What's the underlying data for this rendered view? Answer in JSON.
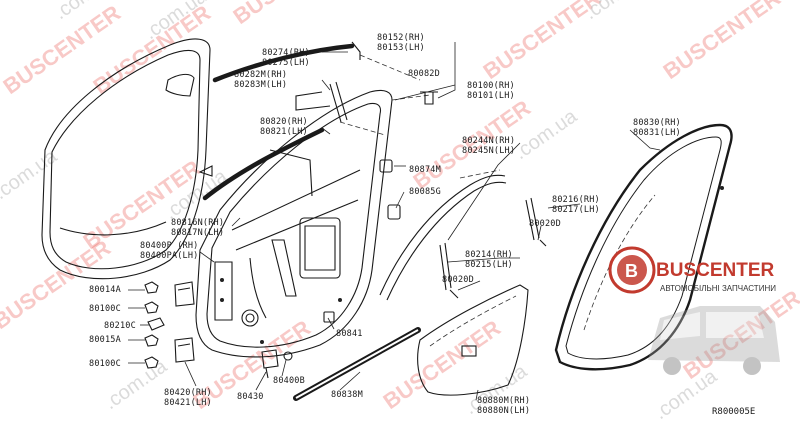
{
  "diagram_code": "R800005E",
  "brand": {
    "name": "BUSCENTER",
    "tagline": "АВТОМОБІЛЬНІ ЗАПЧАСТИНИ",
    "accent": "#c23a2e"
  },
  "watermarks": {
    "brand": "BUSCENTER",
    "site": ".com.ua"
  },
  "labels": {
    "l80274": "80274(RH)",
    "l80275": "80275(LH)",
    "l80152": "80152(RH)",
    "l80153": "80153(LH)",
    "l80282": "80282M(RH)",
    "l80283": "80283M(LH)",
    "l80082": "80082D",
    "l80100": "80100(RH)",
    "l80101": "80101(LH)",
    "l80820": "80820(RH)",
    "l80821": "80821(LH)",
    "l80244": "80244N(RH)",
    "l80245": "80245N(LH)",
    "l80830": "80830(RH)",
    "l80831": "80831(LH)",
    "l80874": "80874M",
    "l80085": "80085G",
    "l80816": "80816N(RH)",
    "l80817": "80817N(LH)",
    "l80216": "80216(RH)",
    "l80217": "80217(LH)",
    "l80020a": "80020D",
    "l80400p": "80400P (RH)",
    "l80400pa": "80400PA(LH)",
    "l80214": "80214(RH)",
    "l80215": "80215(LH)",
    "l80020b": "80020D",
    "l80014": "80014A",
    "l80100c1": "80100C",
    "l80210": "80210C",
    "l80015": "80015A",
    "l80100c2": "80100C",
    "l80841": "80841",
    "l80420": "80420(RH)",
    "l80421": "80421(LH)",
    "l80400b": "80400B",
    "l80430": "80430",
    "l80838": "80838M",
    "l80880": "80880M(RH)",
    "l80880n": "80880N(LH)"
  }
}
